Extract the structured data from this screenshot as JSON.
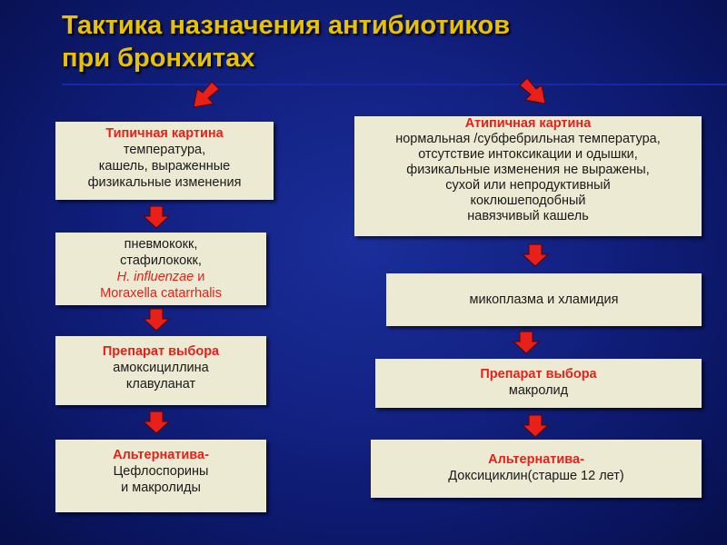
{
  "title": {
    "line1": "Тактика назначения антибиотиков",
    "line2": "при бронхитах"
  },
  "left": {
    "typical": {
      "head": "Типичная картина",
      "lines": [
        "температура,",
        "кашель, выраженные",
        "физикальные изменения"
      ]
    },
    "pathogens": {
      "line1": "пневмококк,",
      "line2": "стафилококк,",
      "line3_italic": "H. influenzae",
      "line3_suffix": " и",
      "line4": "Moraxella catarrhalis"
    },
    "choice": {
      "head": "Препарат выбора",
      "lines": [
        "амоксициллина",
        "клавуланат"
      ]
    },
    "alternative": {
      "head": "Альтернатива-",
      "lines": [
        "Цефлоспорины",
        "и макролиды"
      ]
    }
  },
  "right": {
    "atypical": {
      "head": "Атипичная картина",
      "lines": [
        "нормальная /субфебрильная температура,",
        "отсутствие интоксикации и одышки,",
        "физикальные изменения не выражены,",
        "сухой или непродуктивный",
        "коклюшеподобный",
        "навязчивый кашель"
      ]
    },
    "pathogens": {
      "text": "микоплазма и хламидия"
    },
    "choice": {
      "head": "Препарат выбора",
      "lines": [
        "макролид"
      ]
    },
    "alternative": {
      "head": "Альтернатива-",
      "lines": [
        "Доксициклин(старше 12 лет)"
      ]
    }
  },
  "colors": {
    "title": "#e8c200",
    "box_fill": "#ecead2",
    "highlight_text": "#e8201a",
    "arrow": "#e8201a",
    "background": "#122080"
  }
}
